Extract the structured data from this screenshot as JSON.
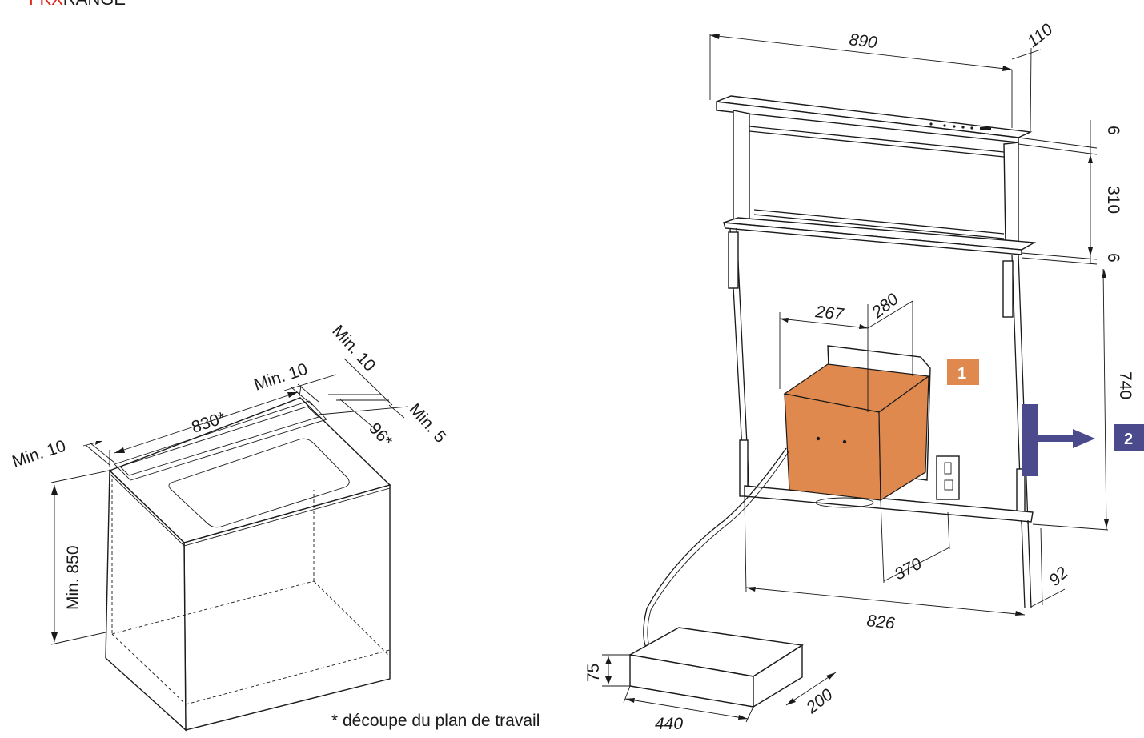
{
  "header": {
    "brand_red": "FKX",
    "brand_rest": "RANGE"
  },
  "footnote": "* découpe du plan de travail",
  "cabinet": {
    "min_top_left": "Min. 10",
    "cutout_length": "830*",
    "min_top_mid": "Min. 10",
    "min_top_right": "Min. 10",
    "cutout_depth": "96*",
    "min_side": "Min. 5",
    "min_height": "Min. 850"
  },
  "hood": {
    "width_top": "890",
    "depth_top": "110",
    "gap_top": "6",
    "height_raised": "310",
    "gap_bottom": "6",
    "height_total": "740",
    "motor_width": "267",
    "motor_depth": "280",
    "motor_offset": "370",
    "frame_depth": "92",
    "frame_width": "826"
  },
  "control_box": {
    "height": "75",
    "width": "440",
    "depth": "200"
  },
  "badges": [
    {
      "label": "1",
      "color": "#e0894f"
    },
    {
      "label": "2",
      "color": "#4a4a8c"
    }
  ],
  "colors": {
    "motor": "#e0894f",
    "arrow": "#4a4a8c",
    "brand_red": "#e2231a"
  }
}
